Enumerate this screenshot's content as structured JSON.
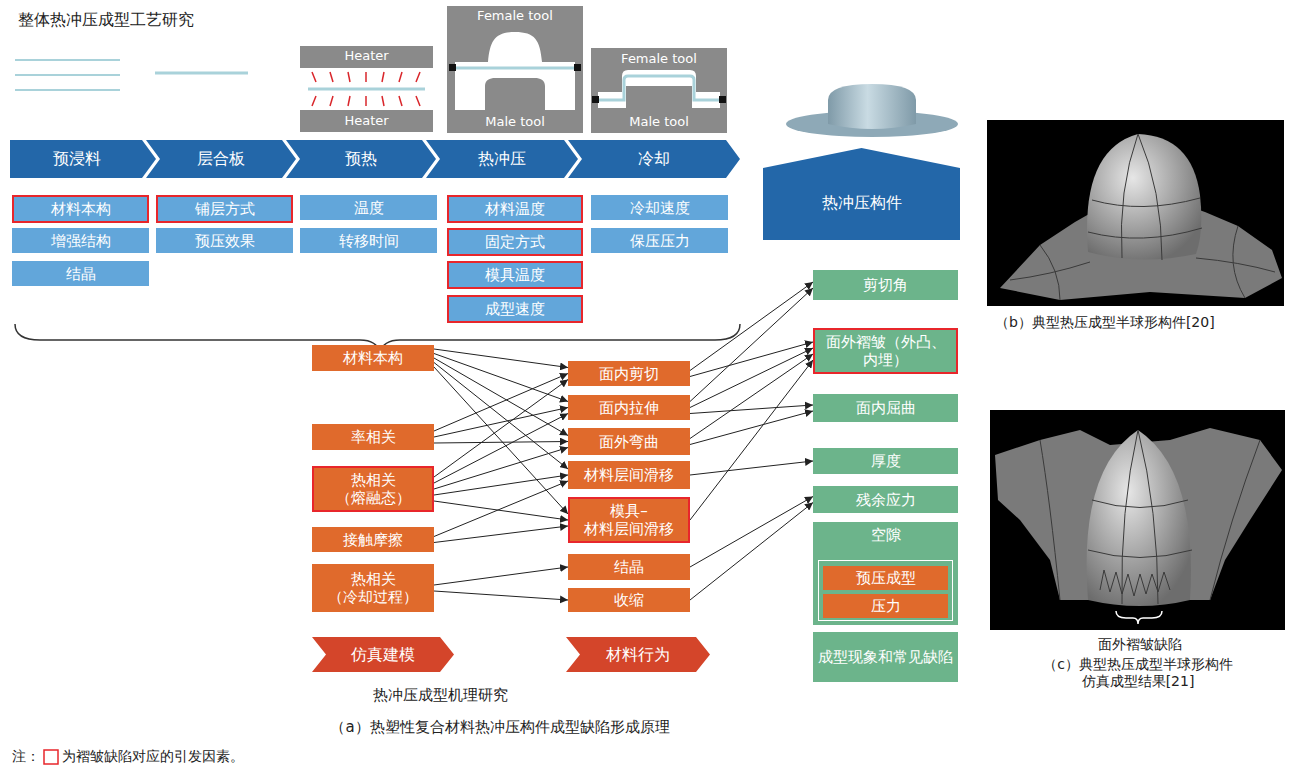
{
  "diagram": {
    "caption": "（a）热塑性复合材料热冲压构件成型缺陷形成原理",
    "nodes": [
      {
        "text": [
          "预浸料"
        ]
      },
      {
        "text": [
          "层合板"
        ]
      },
      {
        "text": [
          "预热"
        ]
      },
      {
        "text": [
          "热冲压"
        ]
      },
      {
        "text": [
          "冷却"
        ]
      },
      {
        "text": [
          "材料本构"
        ]
      },
      {
        "text": [
          "增强结构"
        ]
      },
      {
        "text": [
          "结晶"
        ]
      },
      {
        "text": [
          "铺层方式"
        ]
      },
      {
        "text": [
          "预压效果"
        ]
      },
      {
        "text": [
          "温度"
        ]
      },
      {
        "text": [
          "转移时间"
        ]
      },
      {
        "text": [
          "材料温度"
        ]
      },
      {
        "text": [
          "固定方式"
        ]
      },
      {
        "text": [
          "模具温度"
        ]
      },
      {
        "text": [
          "成型速度"
        ]
      },
      {
        "text": [
          "冷却速度"
        ]
      },
      {
        "text": [
          "保压压力"
        ]
      },
      {
        "text": [
          "热冲压构件"
        ]
      },
      {
        "text": [
          "剪切角"
        ]
      },
      {
        "text": [
          "面外褶皱（外凸、内埋）"
        ]
      },
      {
        "text": [
          "面内屈曲"
        ]
      },
      {
        "text": [
          "厚度"
        ]
      },
      {
        "text": [
          "残余应力"
        ]
      },
      {
        "text": [
          "空隙"
        ]
      },
      {
        "text": [
          "预压成型"
        ],
        "in": 24
      },
      {
        "text": [
          "压力"
        ],
        "in": 24
      },
      {
        "text": [
          "成型现象和常见缺陷"
        ]
      },
      {
        "text": [
          "材料本构"
        ]
      },
      {
        "text": [
          "率相关"
        ]
      },
      {
        "text": [
          "热相关（熔融态）"
        ]
      },
      {
        "text": [
          "接触摩擦"
        ]
      },
      {
        "text": [
          "热相关（冷却过程）"
        ]
      },
      {
        "text": [
          "面内剪切"
        ]
      },
      {
        "text": [
          "面内拉伸"
        ]
      },
      {
        "text": [
          "面外弯曲"
        ]
      },
      {
        "text": [
          "材料层间滑移"
        ]
      },
      {
        "text": [
          "模具–材料层间滑移"
        ]
      },
      {
        "text": [
          "结晶"
        ]
      },
      {
        "text": [
          "收缩"
        ]
      },
      {
        "text": [
          "仿真建模"
        ]
      },
      {
        "text": [
          "材料行为"
        ]
      }
    ],
    "edges": [
      {
        "from": 28,
        "to": 33,
        "arrow": "to"
      },
      {
        "from": 28,
        "to": 34,
        "arrow": "to"
      },
      {
        "from": 28,
        "to": 35,
        "arrow": "to"
      },
      {
        "from": 28,
        "to": 36,
        "arrow": "to"
      },
      {
        "from": 28,
        "to": 37,
        "arrow": "to"
      },
      {
        "from": 29,
        "to": 33,
        "arrow": "to"
      },
      {
        "from": 29,
        "to": 34,
        "arrow": "to"
      },
      {
        "from": 29,
        "to": 35,
        "arrow": "to"
      },
      {
        "from": 30,
        "to": 33,
        "arrow": "to"
      },
      {
        "from": 30,
        "to": 34,
        "arrow": "to"
      },
      {
        "from": 30,
        "to": 35,
        "arrow": "to"
      },
      {
        "from": 30,
        "to": 36,
        "arrow": "to"
      },
      {
        "from": 30,
        "to": 37,
        "arrow": "to"
      },
      {
        "from": 31,
        "to": 36,
        "arrow": "to"
      },
      {
        "from": 31,
        "to": 37,
        "arrow": "to"
      },
      {
        "from": 32,
        "to": 38,
        "arrow": "to"
      },
      {
        "from": 32,
        "to": 39,
        "arrow": "to"
      },
      {
        "from": 33,
        "to": 19,
        "arrow": "to"
      },
      {
        "from": 33,
        "to": 20,
        "arrow": "to"
      },
      {
        "from": 34,
        "to": 19,
        "arrow": "to"
      },
      {
        "from": 34,
        "to": 20,
        "arrow": "to"
      },
      {
        "from": 34,
        "to": 21,
        "arrow": "to"
      },
      {
        "from": 35,
        "to": 20,
        "arrow": "to"
      },
      {
        "from": 35,
        "to": 21,
        "arrow": "to"
      },
      {
        "from": 36,
        "to": 22,
        "arrow": "to"
      },
      {
        "from": 37,
        "to": 20,
        "arrow": "to"
      },
      {
        "from": 38,
        "to": 23,
        "arrow": "to"
      },
      {
        "from": 39,
        "to": 23,
        "arrow": "to"
      }
    ],
    "labels": [
      "整体热冲压成型工艺研究",
      "Heater",
      "Heater",
      "Female tool",
      "Male tool",
      "Female tool",
      "Male tool",
      "热冲压成型机理研究",
      "注：",
      "为褶皱缺陷对应的引发因素。",
      "（b）典型热压成型半球形构件[20]",
      "面外褶皱缺陷",
      "（c）典型热压成型半球形构件 仿真成型结果[21]"
    ]
  }
}
